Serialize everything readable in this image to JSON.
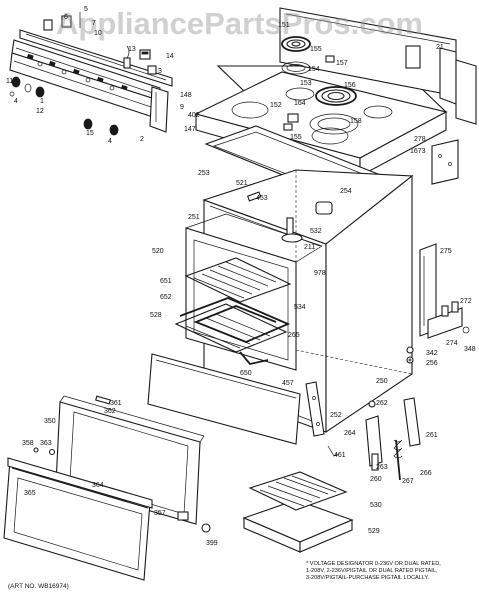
{
  "watermark": "AppliancePartsPros.com",
  "art_number": "(ART NO. WB16974)",
  "note_lines": [
    "* VOLTAGE DESIGNATOR 0-236V OR DUAL RATED,",
    "1-208V, 2-236V/PIGTAIL OR DUAL RATED PIGTAIL,",
    "3-208V/PIGTAIL-PURCHASE PIGTAIL LOCALLY."
  ],
  "part_labels": [
    {
      "id": "p5",
      "text": "5"
    },
    {
      "id": "p6",
      "text": "6"
    },
    {
      "id": "p7",
      "text": "7"
    },
    {
      "id": "p10",
      "text": "10"
    },
    {
      "id": "p13",
      "text": "13"
    },
    {
      "id": "p14",
      "text": "14"
    },
    {
      "id": "p3",
      "text": "3"
    },
    {
      "id": "p11",
      "text": "11"
    },
    {
      "id": "p4",
      "text": "4"
    },
    {
      "id": "p1",
      "text": "1"
    },
    {
      "id": "p12",
      "text": "12"
    },
    {
      "id": "p15",
      "text": "15"
    },
    {
      "id": "p4b",
      "text": "4"
    },
    {
      "id": "p2",
      "text": "2"
    },
    {
      "id": "p148",
      "text": "148"
    },
    {
      "id": "p9",
      "text": "9"
    },
    {
      "id": "p402",
      "text": "402"
    },
    {
      "id": "p147",
      "text": "147"
    },
    {
      "id": "p151",
      "text": "151"
    },
    {
      "id": "p155",
      "text": "155"
    },
    {
      "id": "p154",
      "text": "154"
    },
    {
      "id": "p157",
      "text": "157"
    },
    {
      "id": "p153",
      "text": "153"
    },
    {
      "id": "p156",
      "text": "156"
    },
    {
      "id": "p21",
      "text": "21"
    },
    {
      "id": "p152",
      "text": "152"
    },
    {
      "id": "p164",
      "text": "164"
    },
    {
      "id": "p158",
      "text": "158"
    },
    {
      "id": "p155b",
      "text": "155"
    },
    {
      "id": "p278",
      "text": "278"
    },
    {
      "id": "p1673",
      "text": "1673"
    },
    {
      "id": "p253",
      "text": "253"
    },
    {
      "id": "p521",
      "text": "521"
    },
    {
      "id": "p254",
      "text": "254"
    },
    {
      "id": "p453",
      "text": "453"
    },
    {
      "id": "p251",
      "text": "251"
    },
    {
      "id": "p532",
      "text": "532"
    },
    {
      "id": "p520",
      "text": "520"
    },
    {
      "id": "p211",
      "text": "211"
    },
    {
      "id": "p275",
      "text": "275"
    },
    {
      "id": "p651",
      "text": "651"
    },
    {
      "id": "p978",
      "text": "978"
    },
    {
      "id": "p652",
      "text": "652"
    },
    {
      "id": "p534",
      "text": "534"
    },
    {
      "id": "p272",
      "text": "272"
    },
    {
      "id": "p528",
      "text": "528"
    },
    {
      "id": "p265",
      "text": "265"
    },
    {
      "id": "p274",
      "text": "274"
    },
    {
      "id": "p348",
      "text": "348"
    },
    {
      "id": "p342",
      "text": "342"
    },
    {
      "id": "p256",
      "text": "256"
    },
    {
      "id": "p650",
      "text": "650"
    },
    {
      "id": "p250",
      "text": "250"
    },
    {
      "id": "p457",
      "text": "457"
    },
    {
      "id": "p361",
      "text": "361"
    },
    {
      "id": "p362",
      "text": "362"
    },
    {
      "id": "p262",
      "text": "262"
    },
    {
      "id": "p350",
      "text": "350"
    },
    {
      "id": "p252",
      "text": "252"
    },
    {
      "id": "p261",
      "text": "261"
    },
    {
      "id": "p264",
      "text": "264"
    },
    {
      "id": "p358",
      "text": "358"
    },
    {
      "id": "p363",
      "text": "363"
    },
    {
      "id": "p461",
      "text": "461"
    },
    {
      "id": "p263",
      "text": "263"
    },
    {
      "id": "p266",
      "text": "266"
    },
    {
      "id": "p260",
      "text": "260"
    },
    {
      "id": "p267",
      "text": "267"
    },
    {
      "id": "p364",
      "text": "364"
    },
    {
      "id": "p365",
      "text": "365"
    },
    {
      "id": "p530",
      "text": "530"
    },
    {
      "id": "p357",
      "text": "357"
    },
    {
      "id": "p529",
      "text": "529"
    },
    {
      "id": "p399",
      "text": "399"
    }
  ]
}
